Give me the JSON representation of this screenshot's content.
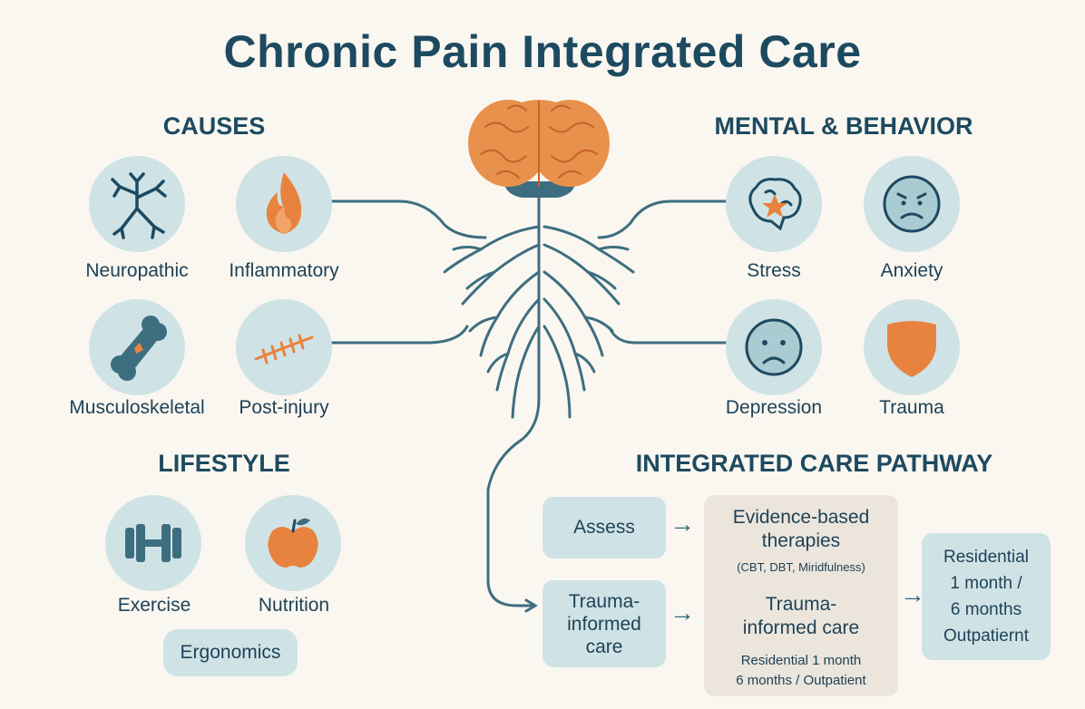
{
  "title": "Chronic Pain Integrated Care",
  "sections": {
    "causes": "CAUSES",
    "mental": "MENTAL & BEHAVIOR",
    "lifestyle": "LIFESTYLE",
    "pathway": "INTEGRATED CARE PATHWAY"
  },
  "causes": [
    {
      "label": "Neuropathic",
      "icon": "nerve-icon"
    },
    {
      "label": "Inflammatory",
      "icon": "flame-icon"
    },
    {
      "label": "Musculoskeletal",
      "icon": "bone-icon"
    },
    {
      "label": "Post-injury",
      "icon": "stitched-wound-icon"
    }
  ],
  "mental": [
    {
      "label": "Stress",
      "icon": "stressed-brain-icon"
    },
    {
      "label": "Anxiety",
      "icon": "worried-face-icon"
    },
    {
      "label": "Depression",
      "icon": "sad-face-icon"
    },
    {
      "label": "Trauma",
      "icon": "shield-icon"
    }
  ],
  "lifestyle": [
    {
      "label": "Exercise",
      "icon": "dumbbell-icon"
    },
    {
      "label": "Nutrition",
      "icon": "apple-icon"
    },
    {
      "label": "Ergonomics"
    }
  ],
  "pathway": {
    "assess": "Assess",
    "trauma_left": [
      "Trauma-",
      "informed",
      "care"
    ],
    "therapies_title": [
      "Evidence-based",
      "therapies"
    ],
    "therapies_sub": "(CBT, DBT, Miridfulness)",
    "trauma_mid": [
      "Trauma-",
      "informed care"
    ],
    "residential_mid": [
      "Residential 1 month",
      "6 months / Outpatient"
    ],
    "residential_right": [
      "Residential",
      "1 month /",
      "6 months",
      "Outpatiernt"
    ],
    "arrow": "→"
  },
  "colors": {
    "navy": "#1d4a60",
    "teal": "#3d6e80",
    "orange": "#e8833f",
    "circle_bg": "#cfe3e6",
    "card_bg": "#ebe5dc"
  }
}
